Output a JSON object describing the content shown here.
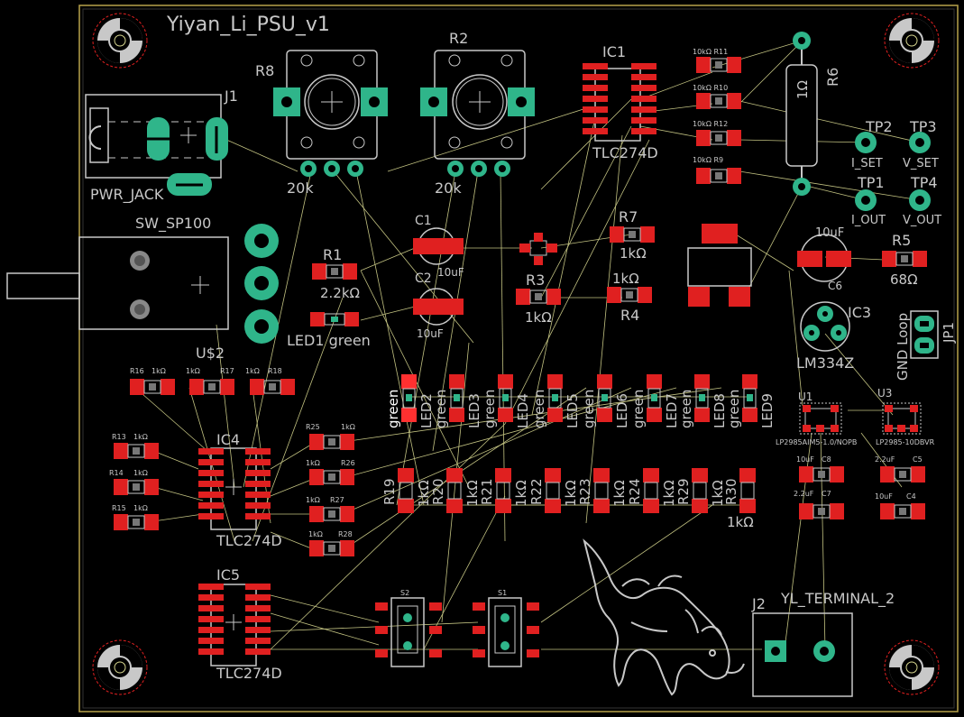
{
  "theme": {
    "background": "#000000",
    "board_outline": "#b8a24a",
    "pad": "#e02020",
    "pad_dark": "#a01010",
    "thru_pad": "#2fb58a",
    "silk": "#c8c8c8",
    "airwire": "#d8d890",
    "highlight_pad": "#ff3030"
  },
  "board": {
    "title": "Yiyan_Li_PSU_v1"
  },
  "labels": {
    "j1": "J1",
    "pwr_jack": "PWR_JACK",
    "r8": "R8",
    "r8_val": "20k",
    "r2": "R2",
    "r2_val": "20k",
    "ic1": "IC1",
    "ic1_val": "TLC274D",
    "r6": "R6",
    "r6_val": "1Ω",
    "tp2": "TP2",
    "tp2_sub": "I_SET",
    "tp3": "TP3",
    "tp3_sub": "V_SET",
    "tp1": "TP1",
    "tp1_sub": "I_OUT",
    "tp4": "TP4",
    "tp4_sub": "V_OUT",
    "sw": "SW_SP100",
    "usym": "U$2",
    "r1": "R1",
    "r1_val": "2.2kΩ",
    "led1": "LED1 green",
    "c1": "C1",
    "c1_val": "10uF",
    "c2": "C2",
    "c2_val": "10uF",
    "r3": "R3",
    "r3_val": "1kΩ",
    "r7": "R7",
    "r7_val": "1kΩ",
    "r4": "R4",
    "r4_val": "1kΩ",
    "c6_val": "10uF",
    "c6": "C6",
    "r5": "R5",
    "r5_val": "68Ω",
    "ic3": "IC3",
    "ic3_val": "LM334Z",
    "gnd_loop": "GND Loop",
    "jp1": "JP1",
    "r11": "10kΩ R11",
    "r10": "10kΩ R10",
    "r12": "10kΩ R12",
    "r9": "10kΩ R9",
    "r16": "R16",
    "r17": "R17",
    "r18": "R18",
    "k1": "1kΩ",
    "r13": "R13",
    "r14": "R14",
    "r15": "R15",
    "r25": "R25",
    "r26": "R26",
    "r27": "R27",
    "r28": "R28",
    "ic4": "IC4",
    "ic4_val": "TLC274D",
    "ic5": "IC5",
    "ic5_val": "TLC274D",
    "leds": [
      "LED2",
      "LED3",
      "LED4",
      "LED5",
      "LED6",
      "LED7",
      "LED8",
      "LED9"
    ],
    "led_color": "green",
    "rbank": [
      "R19",
      "R20",
      "R21",
      "R22",
      "R23",
      "R24",
      "R29",
      "R30"
    ],
    "rbank_val": "1kΩ",
    "u1": "U1",
    "u1_val": "LP2985AIM5-1.0/NOPB",
    "u3": "U3",
    "u3_val": "LP2985-10DBVR",
    "c8": "C8",
    "c7": "C7",
    "c5": "C5",
    "c4": "C4",
    "c8_val": "10uF",
    "c7_val": "2.2uF",
    "c5_val": "2.2uF",
    "c4_val": "10uF",
    "j2": "J2",
    "yl": "YL_TERMINAL_2",
    "s2": "S2",
    "s1": "S1"
  }
}
